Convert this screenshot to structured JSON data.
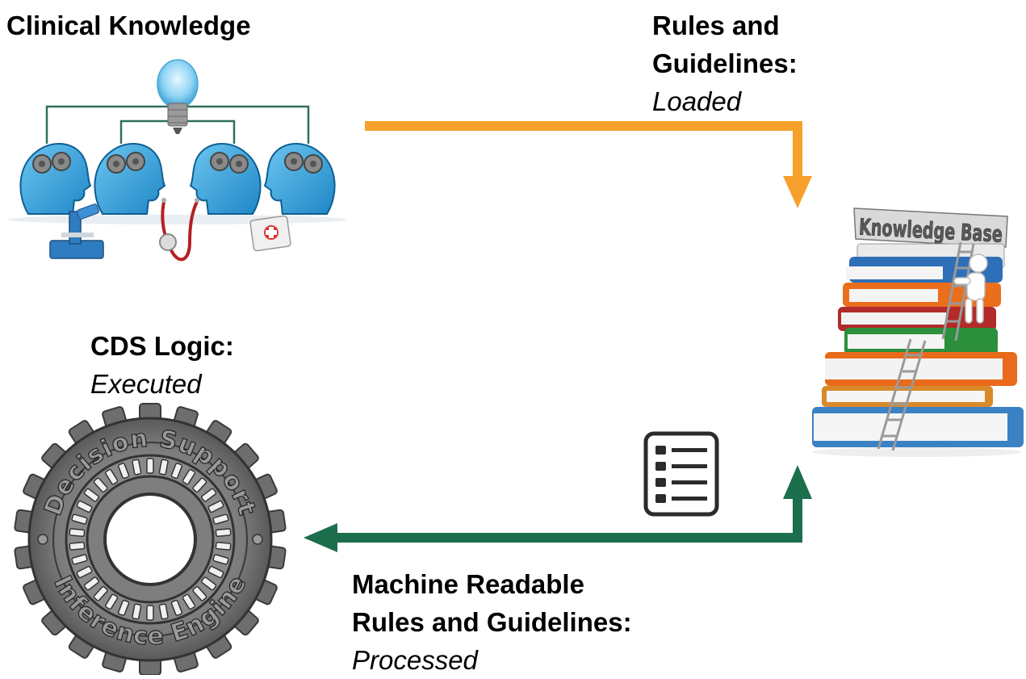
{
  "labels": {
    "clinical_knowledge": "Clinical Knowledge",
    "rules_title_1": "Rules and",
    "rules_title_2": "Guidelines:",
    "rules_status": "Loaded",
    "cds_title": "CDS Logic:",
    "cds_status": "Executed",
    "machine_title_1": "Machine Readable",
    "machine_title_2": "Rules and Guidelines:",
    "machine_status": "Processed"
  },
  "images": {
    "knowledge_base_banner": "Knowledge Base",
    "gear_top_text": "Decision Support",
    "gear_bottom_text": "Inference Engine"
  },
  "colors": {
    "orange_arrow": "#f7a02b",
    "green_arrow": "#1c6e4d",
    "head_blue": "#3fa9e0"
  },
  "icons": [
    "lightbulb-icon",
    "head-gears-icon",
    "microscope-icon",
    "stethoscope-icon",
    "medical-kit-icon",
    "books-stack-icon",
    "ladder-icon",
    "stick-figure-icon",
    "list-document-icon",
    "gear-icon"
  ]
}
